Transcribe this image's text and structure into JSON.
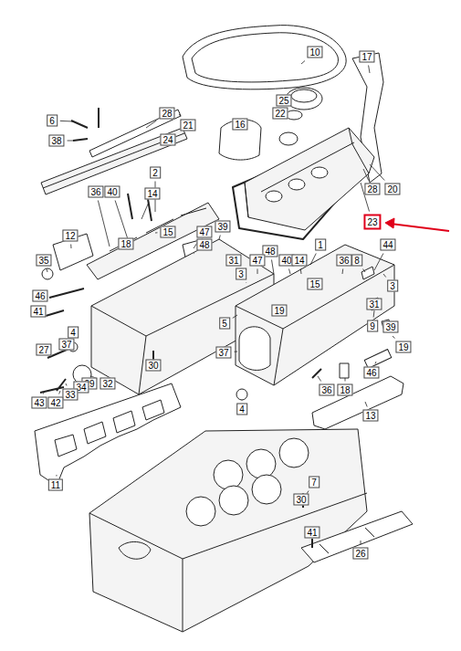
{
  "diagram": {
    "labels": [
      "10",
      "17",
      "25",
      "22",
      "28",
      "6",
      "21",
      "16",
      "38",
      "24",
      "2",
      "14",
      "36",
      "40",
      "28",
      "20",
      "23",
      "15",
      "39",
      "47",
      "48",
      "12",
      "1",
      "44",
      "18",
      "48",
      "35",
      "31",
      "47",
      "40",
      "14",
      "36",
      "8",
      "3",
      "15",
      "3",
      "46",
      "19",
      "31",
      "41",
      "5",
      "9",
      "39",
      "4",
      "37",
      "19",
      "27",
      "37",
      "30",
      "46",
      "32",
      "29",
      "34",
      "33",
      "36",
      "18",
      "42",
      "43",
      "4",
      "13",
      "11",
      "7",
      "30",
      "41",
      "26"
    ]
  }
}
